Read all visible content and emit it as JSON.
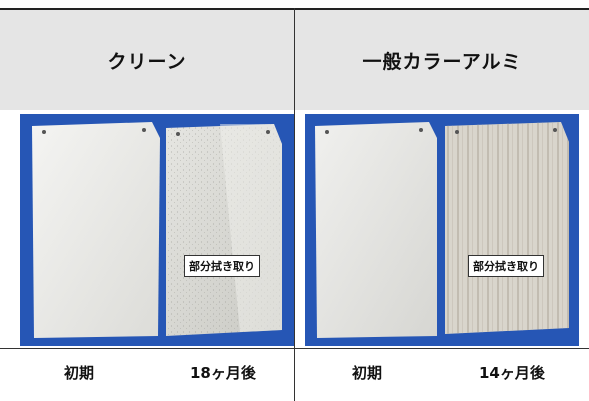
{
  "headers": {
    "left": "クリーン",
    "right": "一般カラーアルミ"
  },
  "panels": {
    "left": {
      "callout": "部分拭き取り",
      "initial_label": "初期",
      "after_label": "18ヶ月後"
    },
    "right": {
      "callout": "部分拭き取り",
      "initial_label": "初期",
      "after_label": "14ヶ月後"
    }
  },
  "colors": {
    "background_blue": "#2656b5",
    "header_gray": "#e5e5e5"
  }
}
